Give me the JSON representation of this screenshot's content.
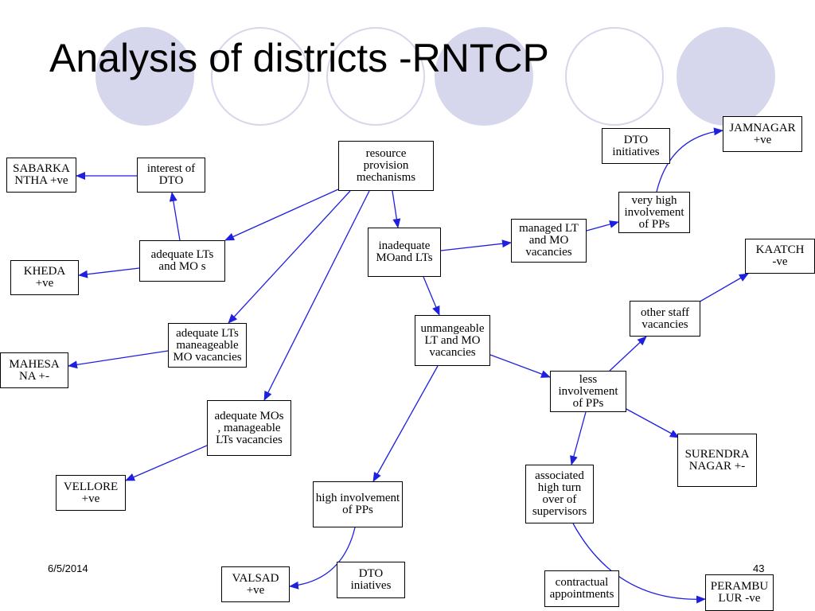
{
  "slide": {
    "title": "Analysis of districts -RNTCP",
    "date": "6/5/2014",
    "page_number": "43"
  },
  "colors": {
    "edge": "#1f1fe0",
    "decor": "#d6d7ec"
  },
  "diagram": {
    "nodes": [
      {
        "id": "resource",
        "label": "resource\nprovision\nmechanisms"
      },
      {
        "id": "interest_dto",
        "label": "interest of\nDTO"
      },
      {
        "id": "sabarkantha",
        "label": "SABARKA\nNTHA +ve"
      },
      {
        "id": "adequate_lts_mos",
        "label": "adequate LTs\nand MO s"
      },
      {
        "id": "kheda",
        "label": "KHEDA\n+ve"
      },
      {
        "id": "inadequate",
        "label": "inadequate\nMOand LTs"
      },
      {
        "id": "managed",
        "label": "managed LT\nand MO\nvacancies"
      },
      {
        "id": "very_high",
        "label": "very high\ninvolvement\nof PPs"
      },
      {
        "id": "dto_initiatives",
        "label": "DTO\ninitiatives"
      },
      {
        "id": "jamnagar",
        "label": "JAMNAGAR\n+ve"
      },
      {
        "id": "kaatch",
        "label": "KAATCH\n-ve"
      },
      {
        "id": "other_staff",
        "label": "other staff\nvacancies"
      },
      {
        "id": "adequate_lts_manageable",
        "label": "adequate LTs\nmaneageable\nMO vacancies"
      },
      {
        "id": "mahesana",
        "label": "MAHESA\nNA +-"
      },
      {
        "id": "unmanageable",
        "label": "unmangeable\nLT and MO\nvacancies"
      },
      {
        "id": "less_involvement",
        "label": "less\ninvolvement\nof PPs"
      },
      {
        "id": "adequate_mos",
        "label": "adequate MOs\n, manageable\nLTs vacancies"
      },
      {
        "id": "surendranagar",
        "label": "SURENDRA\nNAGAR +-"
      },
      {
        "id": "associated",
        "label": "associated\nhigh turn\nover of\nsupervisors"
      },
      {
        "id": "vellore",
        "label": "VELLORE\n+ve"
      },
      {
        "id": "high_involvement",
        "label": "high involvement\nof PPs"
      },
      {
        "id": "valsad",
        "label": "VALSAD\n+ve"
      },
      {
        "id": "dto_iniatives",
        "label": "DTO\niniatives"
      },
      {
        "id": "contractual",
        "label": "contractual\nappointments"
      },
      {
        "id": "perambalur",
        "label": "PERAMBU\nLUR -ve"
      }
    ],
    "edges": [
      {
        "from": "resource",
        "to": "adequate_lts_mos"
      },
      {
        "from": "resource",
        "to": "inadequate"
      },
      {
        "from": "resource",
        "to": "adequate_lts_manageable"
      },
      {
        "from": "resource",
        "to": "adequate_mos"
      },
      {
        "from": "interest_dto",
        "to": "sabarkantha"
      },
      {
        "from": "adequate_lts_mos",
        "to": "interest_dto"
      },
      {
        "from": "adequate_lts_mos",
        "to": "kheda"
      },
      {
        "from": "inadequate",
        "to": "managed"
      },
      {
        "from": "inadequate",
        "to": "unmanageable"
      },
      {
        "from": "managed",
        "to": "very_high"
      },
      {
        "from": "very_high",
        "to": "jamnagar"
      },
      {
        "from": "adequate_lts_manageable",
        "to": "mahesana"
      },
      {
        "from": "unmanageable",
        "to": "less_involvement"
      },
      {
        "from": "unmanageable",
        "to": "high_involvement"
      },
      {
        "from": "less_involvement",
        "to": "other_staff"
      },
      {
        "from": "other_staff",
        "to": "kaatch"
      },
      {
        "from": "less_involvement",
        "to": "surendranagar"
      },
      {
        "from": "less_involvement",
        "to": "associated"
      },
      {
        "from": "adequate_mos",
        "to": "vellore"
      },
      {
        "from": "high_involvement",
        "to": "valsad"
      },
      {
        "from": "associated",
        "to": "perambalur"
      }
    ]
  }
}
